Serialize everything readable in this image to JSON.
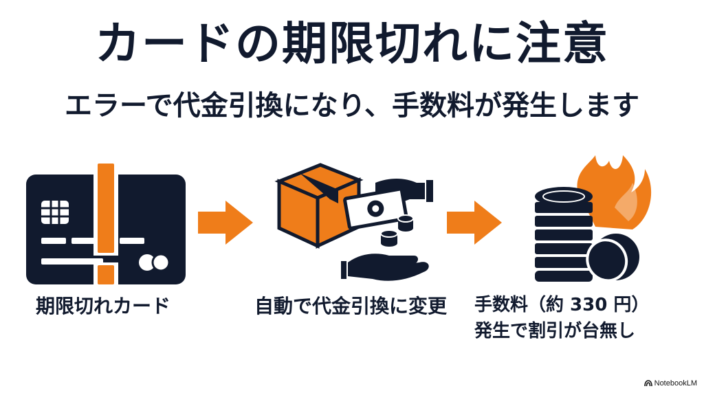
{
  "header": {
    "title": "カードの期限切れに注意",
    "subtitle": "エラーで代金引換になり、手数料が発生します"
  },
  "steps": [
    {
      "icon": "expired-card-warning-icon",
      "label": "期限切れカード"
    },
    {
      "icon": "package-cash-exchange-icon",
      "label": "自動で代金引換に変更"
    },
    {
      "icon": "burning-coins-icon",
      "label_line1": "手数料（約 330 円）",
      "label_line2": "発生で割引が台無し"
    }
  ],
  "arrows": [
    "arrow-right-icon",
    "arrow-right-icon"
  ],
  "watermark": {
    "text": "NotebookLM"
  },
  "colors": {
    "navy": "#111a2e",
    "orange": "#ef7d1a",
    "background": "#ffffff"
  }
}
